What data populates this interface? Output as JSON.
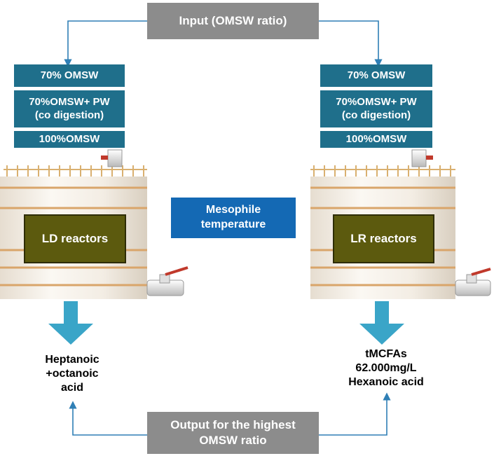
{
  "input_label": "Input (OMSW ratio)",
  "output_label": "Output for the highest\nOMSW ratio",
  "center_label": "Mesophile\ntemperature",
  "left": {
    "ratios": [
      "70% OMSW",
      "70%OMSW+ PW\n(co digestion)",
      "100%OMSW"
    ],
    "reactor_label": "LD reactors",
    "result": "Heptanoic\n+octanoic\nacid"
  },
  "right": {
    "ratios": [
      "70% OMSW",
      "70%OMSW+ PW\n(co digestion)",
      "100%OMSW"
    ],
    "reactor_label": "LR reactors",
    "result": "tMCFAs\n62.000mg/L\nHexanoic acid"
  },
  "colors": {
    "gray": "#8c8c8c",
    "teal": "#1f6f8b",
    "blue": "#1469b4",
    "olive": "#5c5a0e",
    "arrow": "#3aa5c8",
    "connector": "#2f7fb5"
  }
}
